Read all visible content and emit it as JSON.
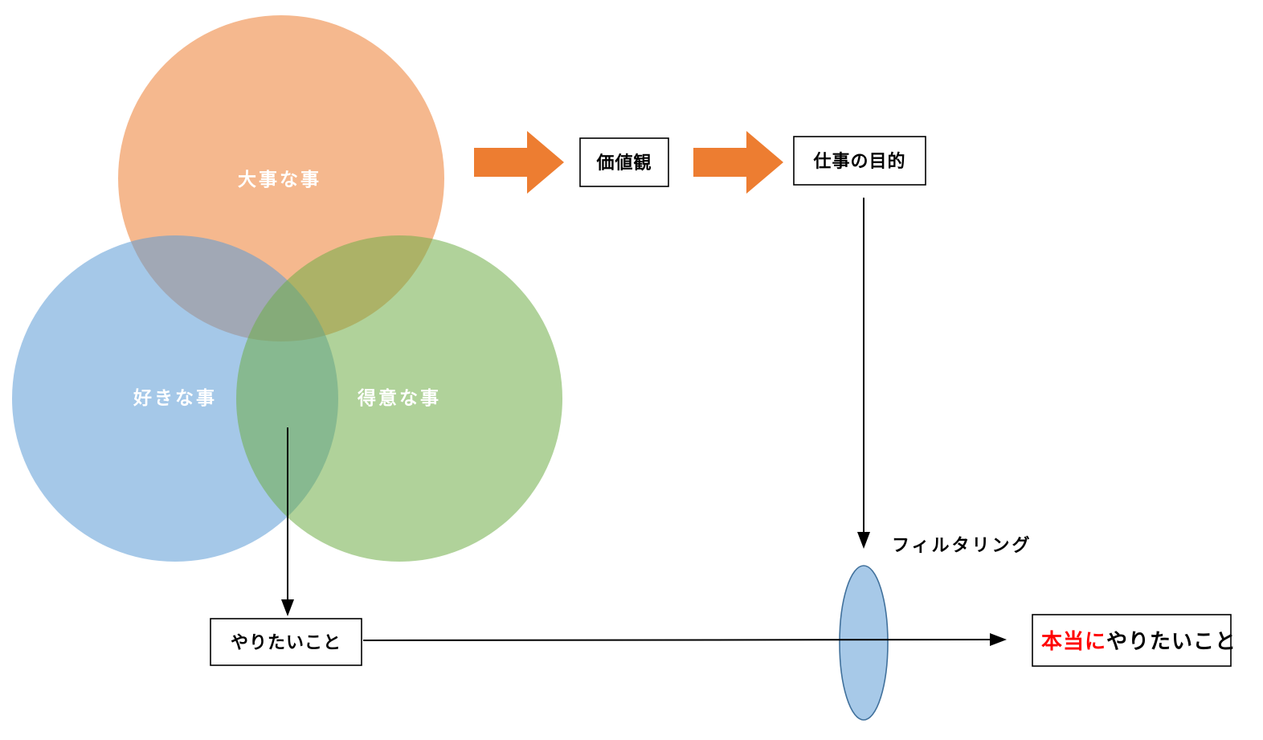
{
  "diagram": {
    "venn_circles": [
      {
        "id": "important",
        "label": "大事な事",
        "color": "#ED7D31"
      },
      {
        "id": "like",
        "label": "好きな事",
        "color": "#5B9BD5"
      },
      {
        "id": "good_at",
        "label": "得意な事",
        "color": "#70AD47"
      }
    ],
    "boxes": {
      "values": "価値観",
      "work_purpose": "仕事の目的",
      "want_to_do": "やりたいこと"
    },
    "labels": {
      "filtering": "フィルタリング",
      "result_emphasis": "本当に",
      "result_rest": "やりたいこと"
    },
    "colors": {
      "block_arrow": "#ED7D31",
      "lens_fill": "#9DC3E6",
      "lens_stroke": "#41719C",
      "emphasis_red": "#FF0000",
      "line": "#000000"
    }
  }
}
